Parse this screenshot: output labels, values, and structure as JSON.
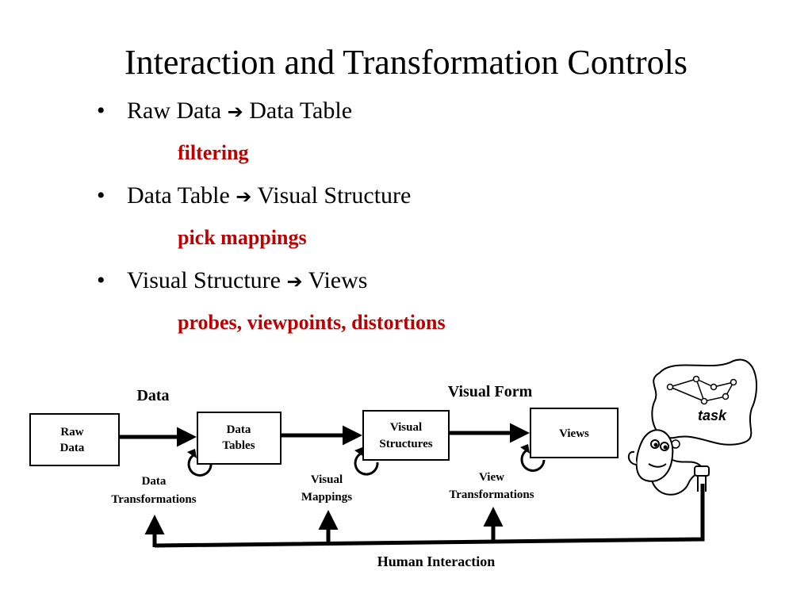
{
  "title": "Interaction and Transformation Controls",
  "bullets": [
    {
      "from": "Raw Data",
      "to": "Data Table",
      "detail": "filtering"
    },
    {
      "from": "Data Table",
      "to": "Visual Structure",
      "detail": "pick mappings"
    },
    {
      "from": "Visual Structure",
      "to": "Views",
      "detail": "probes, viewpoints, distortions"
    }
  ],
  "arrow_symbol": "➔",
  "diagram": {
    "heading_data": "Data",
    "heading_visual_form": "Visual Form",
    "box_raw_data": [
      "Raw",
      "Data"
    ],
    "box_data_tables": [
      "Data",
      "Tables"
    ],
    "box_visual_structures": [
      "Visual",
      "Structures"
    ],
    "box_views": "Views",
    "label_data_transformations": [
      "Data",
      "Transformations"
    ],
    "label_visual_mappings": [
      "Visual",
      "Mappings"
    ],
    "label_view_transformations": [
      "View",
      "Transformations"
    ],
    "label_human_interaction": "Human Interaction",
    "label_task": "task"
  },
  "colors": {
    "accent_red": "#c00000",
    "text": "#000000",
    "background": "#ffffff"
  }
}
